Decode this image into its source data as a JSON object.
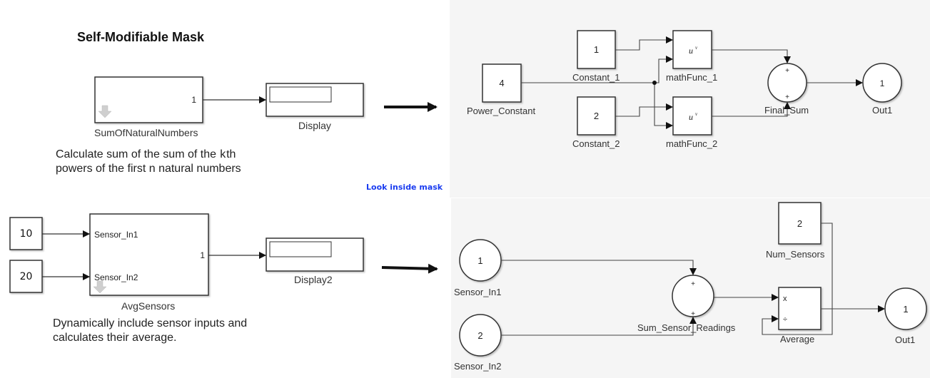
{
  "header": {
    "title": "Self-Modifiable Mask"
  },
  "example1": {
    "masked_block": {
      "name": "SumOfNaturalNumbers",
      "output_port": "1"
    },
    "display_block": {
      "name": "Display"
    },
    "description_line1_prefix": "Calculate sum of the sum of the ",
    "description_k": "k",
    "description_line1_suffix": "th",
    "description_line2": "powers of the first n natural numbers"
  },
  "look_inside_link": "Look inside mask",
  "example2": {
    "constants": [
      {
        "value": "10"
      },
      {
        "value": "20"
      }
    ],
    "masked_block": {
      "name": "AvgSensors",
      "input_ports": [
        "Sensor_In1",
        "Sensor_In2"
      ],
      "output_port": "1"
    },
    "display_block": {
      "name": "Display2"
    },
    "description_line1": "Dynamically include sensor inputs and",
    "description_line2": "calculates their average."
  },
  "inside1": {
    "power_constant": {
      "name": "Power_Constant",
      "value": "4"
    },
    "constant_1": {
      "name": "Constant_1",
      "value": "1"
    },
    "constant_2": {
      "name": "Constant_2",
      "value": "2"
    },
    "math_func_1": {
      "name": "mathFunc_1",
      "base": "u",
      "exp": "v"
    },
    "math_func_2": {
      "name": "mathFunc_2",
      "base": "u",
      "exp": "v"
    },
    "final_sum": {
      "name": "Final_Sum",
      "signs": [
        "+",
        "+"
      ]
    },
    "out1": {
      "name": "Out1",
      "value": "1"
    }
  },
  "inside2": {
    "sensor_in1": {
      "name": "Sensor_In1",
      "value": "1"
    },
    "sensor_in2": {
      "name": "Sensor_In2",
      "value": "2"
    },
    "sum": {
      "name": "Sum_Sensor_Readings",
      "signs": [
        "+",
        "+"
      ]
    },
    "num_sensors": {
      "name": "Num_Sensors",
      "value": "2"
    },
    "average": {
      "name": "Average",
      "ops": [
        "x",
        "÷"
      ]
    },
    "out1": {
      "name": "Out1",
      "value": "1"
    }
  },
  "colors": {
    "link": "#1a3cf0",
    "canvas_bg": "#f5f5f5",
    "block_stroke": "#333333",
    "line": "#444444"
  }
}
